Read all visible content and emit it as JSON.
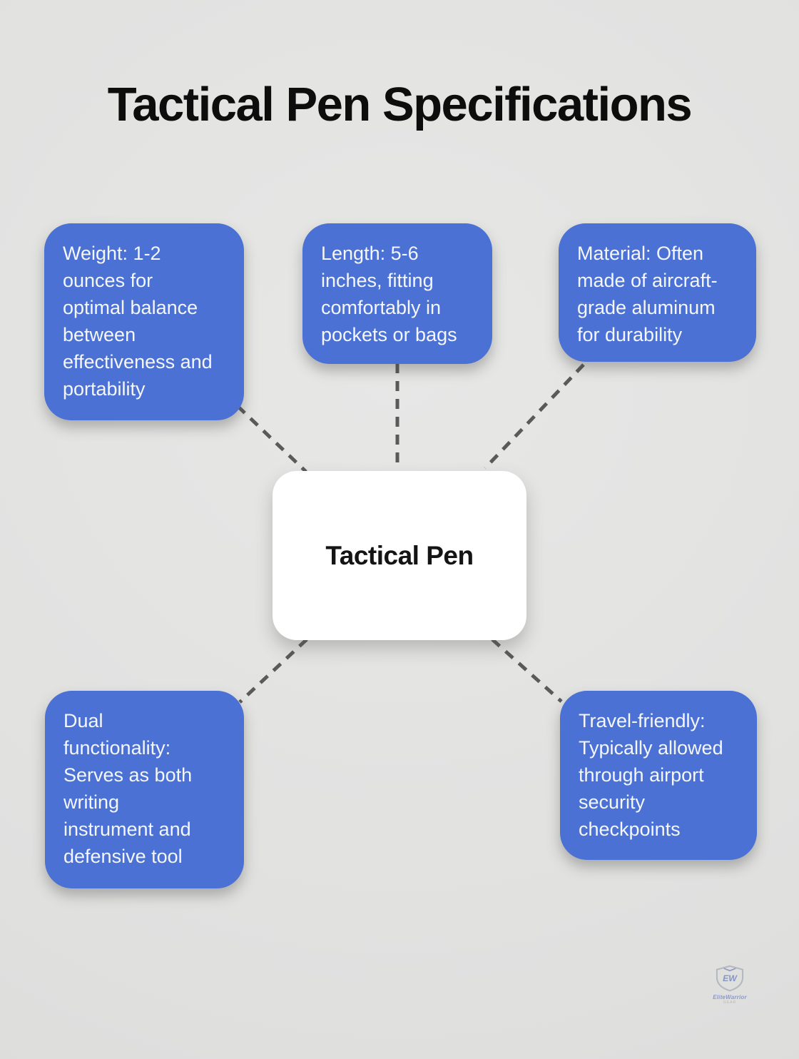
{
  "title": "Tactical Pen Specifications",
  "center": {
    "label": "Tactical Pen"
  },
  "nodes": [
    {
      "id": "weight",
      "text": "Weight: 1-2\nounces for\noptimal balance\nbetween\neffectiveness and\nportability"
    },
    {
      "id": "length",
      "text": "Length: 5-6\ninches, fitting\ncomfortably in\npockets or bags"
    },
    {
      "id": "material",
      "text": "Material: Often\nmade of aircraft-\ngrade aluminum\nfor durability"
    },
    {
      "id": "dual",
      "text": "Dual\nfunctionality:\nServes as both\nwriting\ninstrument and\ndefensive tool"
    },
    {
      "id": "travel",
      "text": "Travel-friendly:\nTypically allowed\nthrough airport\nsecurity\ncheckpoints"
    }
  ],
  "colors": {
    "node_fill": "#4a71d3",
    "node_text": "#f4f6fa",
    "center_fill": "#ffffff",
    "center_text": "#141414",
    "connector": "#5a5a5a",
    "title": "#0d0d0d",
    "background": "#e1e1e0"
  },
  "watermark": {
    "initials": "EW",
    "name": "EliteWarrior",
    "subtext": "GEAR"
  }
}
